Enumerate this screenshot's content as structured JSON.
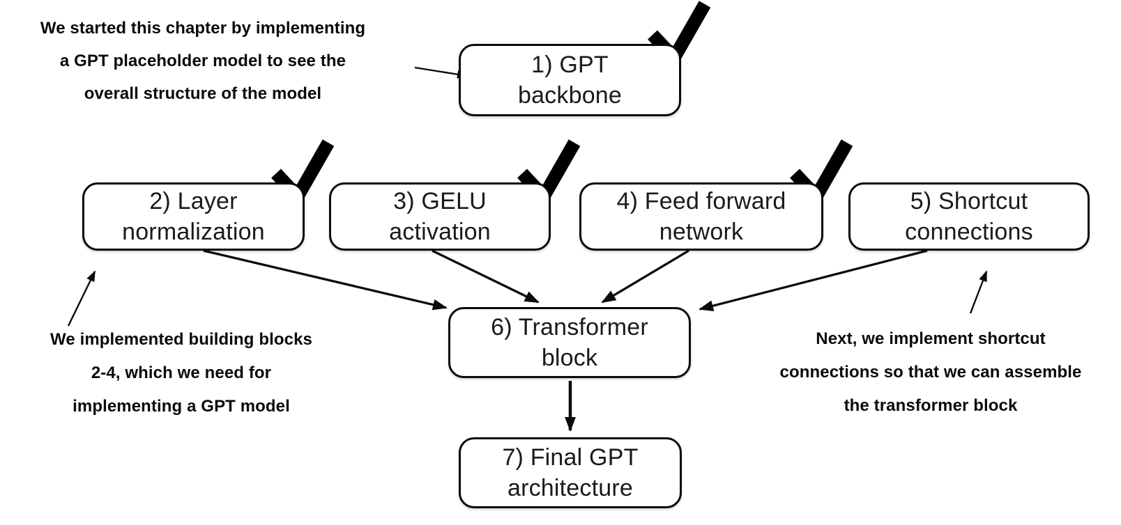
{
  "diagram": {
    "background_color": "#ffffff",
    "ink_color": "#0b0b0b",
    "nodes": [
      {
        "id": "gpt-backbone",
        "label": "1) GPT\nbackbone",
        "checked": true
      },
      {
        "id": "layer-normalization",
        "label": "2) Layer\nnormalization",
        "checked": true
      },
      {
        "id": "gelu-activation",
        "label": "3) GELU\nactivation",
        "checked": true
      },
      {
        "id": "feed-forward-network",
        "label": "4) Feed forward\nnetwork",
        "checked": true
      },
      {
        "id": "shortcut-connections",
        "label": "5) Shortcut\nconnections",
        "checked": false
      },
      {
        "id": "transformer-block",
        "label": "6) Transformer\nblock",
        "checked": false
      },
      {
        "id": "final-gpt-architecture",
        "label": "7) Final GPT\narchitecture",
        "checked": false
      }
    ],
    "annotations": [
      {
        "id": "intro-note",
        "text": "We started this chapter by implementing\na GPT placeholder model to see the\noverall structure of the model"
      },
      {
        "id": "building-blocks-note",
        "text": "We implemented building blocks\n2-4, which we need for\nimplementing a GPT model"
      },
      {
        "id": "shortcut-note",
        "text": "Next, we implement shortcut\nconnections so that we can assemble\nthe transformer block"
      }
    ]
  }
}
